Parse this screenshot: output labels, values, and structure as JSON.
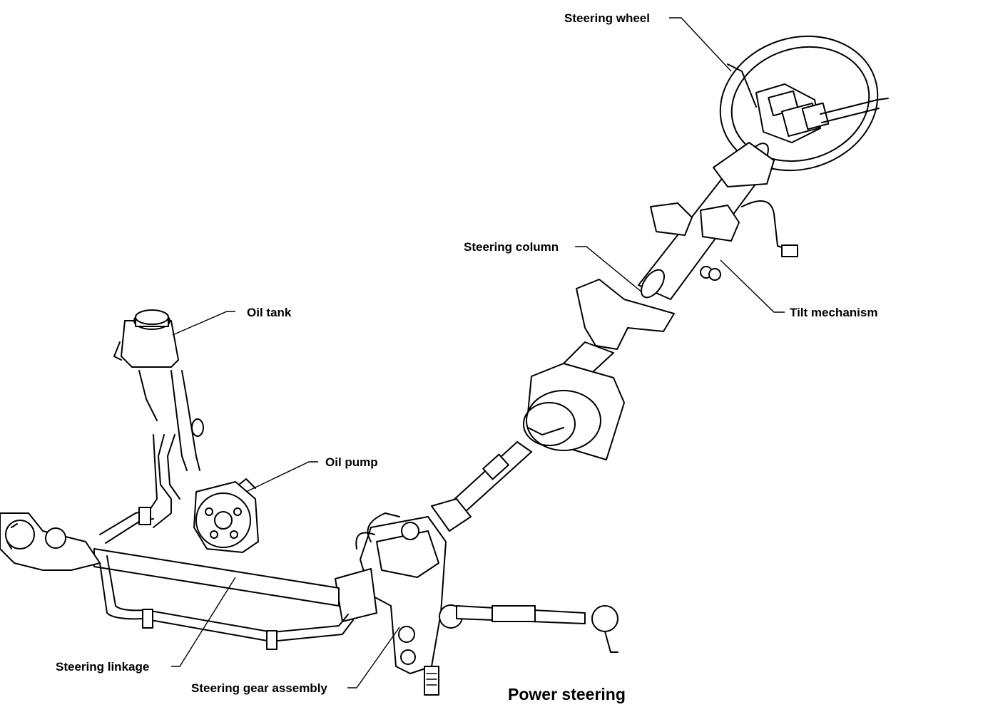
{
  "diagram": {
    "title": "Power steering",
    "labels": {
      "steering_wheel": "Steering wheel",
      "steering_column": "Steering column",
      "tilt_mechanism": "Tilt mechanism",
      "oil_tank": "Oil tank",
      "oil_pump": "Oil pump",
      "steering_linkage": "Steering linkage",
      "steering_gear_assembly": "Steering gear assembly"
    }
  }
}
